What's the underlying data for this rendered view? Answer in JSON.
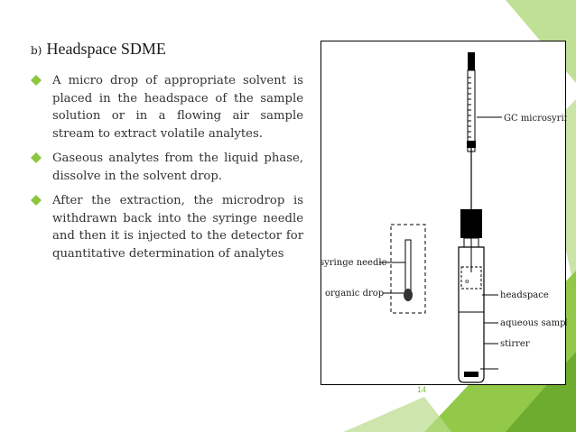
{
  "slide": {
    "heading_prefix": "b)",
    "heading_title": "Headspace SDME",
    "bullets": [
      {
        "text": "A micro drop of appropriate solvent is placed in the headspace of the sample solution or in a flowing air sample stream to extract volatile analytes."
      },
      {
        "text": "Gaseous analytes from the liquid phase, dissolve in the solvent drop."
      },
      {
        "text": "After the extraction, the microdrop is withdrawn back into the syringe needle and then it is injected to the detector for quantitative determination of analytes"
      }
    ],
    "page_number": "14",
    "accent_color": "#8cc63f"
  },
  "diagram": {
    "labels": {
      "gc_microsyringe": "GC microsyringe",
      "syringe_needle": "syringe needle",
      "organic_drop": "organic drop",
      "headspace": "headspace",
      "aqueous_sample": "aqueous sample",
      "stirrer": "stirrer"
    }
  }
}
